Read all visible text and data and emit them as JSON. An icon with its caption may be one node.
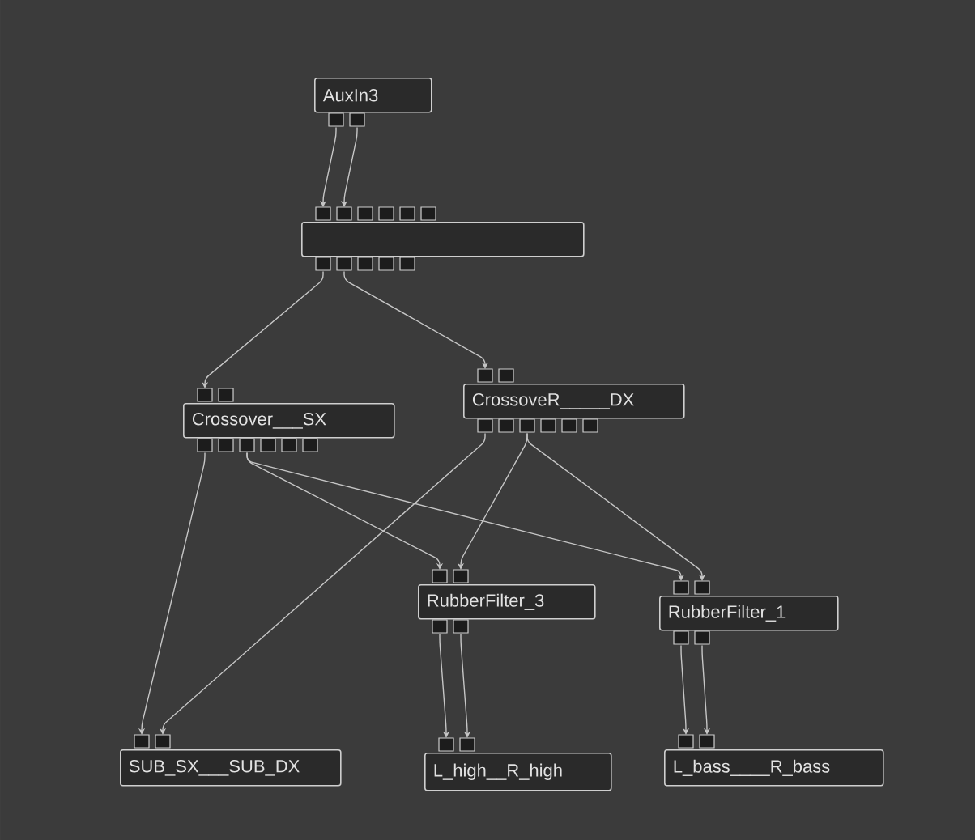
{
  "diagram": {
    "nodes": [
      {
        "text": [
          "AuxIn3"
        ]
      },
      {
        "text": [],
        "shape": "box"
      },
      {
        "text": [
          "Crossover___SX"
        ]
      },
      {
        "text": [
          "CrossoveR_____DX"
        ]
      },
      {
        "text": [
          "RubberFilter_3"
        ]
      },
      {
        "text": [
          "RubberFilter_1"
        ]
      },
      {
        "text": [
          "SUB_SX___SUB_DX"
        ]
      },
      {
        "text": [
          "L_high__R_high"
        ]
      },
      {
        "text": [
          "L_bass____R_bass"
        ]
      }
    ],
    "edges": [
      {
        "from": 0,
        "to": 1,
        "arrow": "to"
      },
      {
        "from": 0,
        "to": 1,
        "arrow": "to"
      },
      {
        "from": 1,
        "to": 2,
        "arrow": "to"
      },
      {
        "from": 1,
        "to": 3,
        "arrow": "to"
      },
      {
        "from": 2,
        "to": 6,
        "arrow": "to"
      },
      {
        "from": 2,
        "to": 4,
        "arrow": "to"
      },
      {
        "from": 2,
        "to": 5,
        "arrow": "to"
      },
      {
        "from": 3,
        "to": 6,
        "arrow": "to"
      },
      {
        "from": 3,
        "to": 4,
        "arrow": "to"
      },
      {
        "from": 3,
        "to": 5,
        "arrow": "to"
      },
      {
        "from": 4,
        "to": 7,
        "arrow": "to"
      },
      {
        "from": 4,
        "to": 7,
        "arrow": "to"
      },
      {
        "from": 5,
        "to": 8,
        "arrow": "to"
      },
      {
        "from": 5,
        "to": 8,
        "arrow": "to"
      }
    ]
  }
}
